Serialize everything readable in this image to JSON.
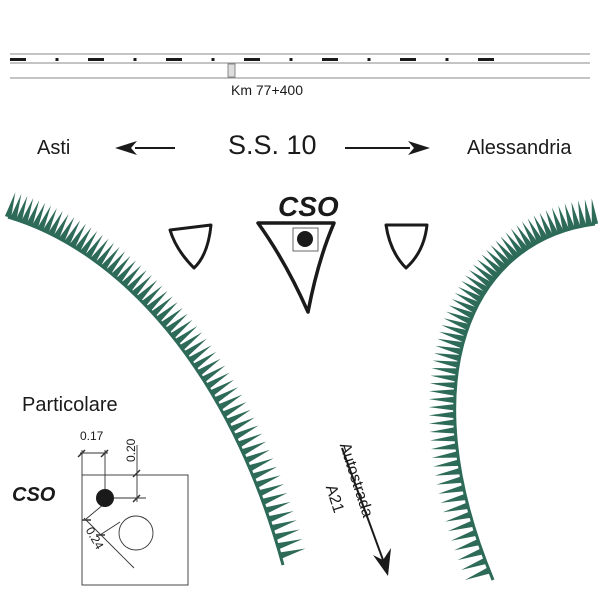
{
  "road": {
    "chainage_label": "Km 77+400",
    "name": "S.S. 10",
    "direction_left": "Asti",
    "direction_right": "Alessandria"
  },
  "island": {
    "label": "CSO",
    "icons": [
      "shield-marker-left",
      "triangle-island-with-cso",
      "shield-marker-right"
    ]
  },
  "detail": {
    "title": "Particolare",
    "label": "CSO",
    "dimensions": {
      "horizontal_offset": "0.17",
      "vertical_offset": "0.20",
      "diagonal_offset": "0.24"
    }
  },
  "motorway": {
    "name": "Autostrada",
    "code": "A21"
  },
  "colors": {
    "ink": "#1a1a1a",
    "embankment": "#2d6a58",
    "road_line": "#888888",
    "marker_fill": "#dddddd"
  }
}
